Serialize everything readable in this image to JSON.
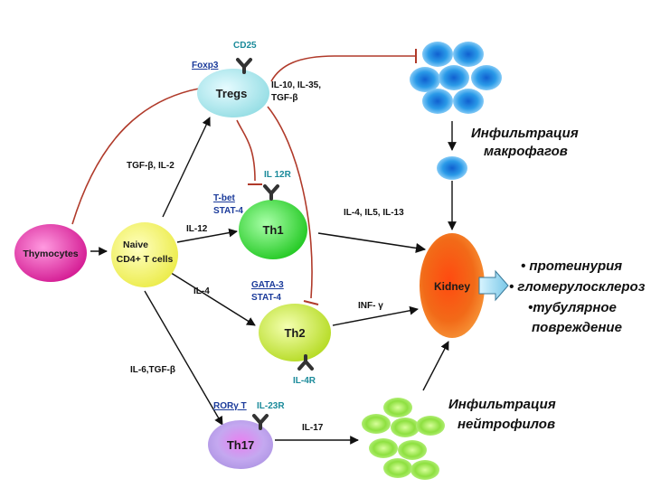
{
  "cells": {
    "thymocytes": "Thymocytes",
    "naive_line1": "Naive",
    "naive_line2": "CD4+ T cells",
    "tregs": "Tregs",
    "th1": "Th1",
    "th2": "Th2",
    "th17": "Th17",
    "kidney": "Kidney"
  },
  "markers": {
    "foxp3": "Foxp3",
    "cd25": "CD25",
    "tbet": "T-bet",
    "stat4": "STAT-4",
    "il12r": "IL 12R",
    "gata3": "GATA-3",
    "stat4_th2": "STAT-4",
    "il4r": "IL-4R",
    "rorgt": "RORγ T",
    "il23r": "IL-23R"
  },
  "edges": {
    "tgf_il2": "TGF-β, IL-2",
    "il12": "IL-12",
    "il4": "IL-4",
    "il6_tgf": "IL-6,TGF-β",
    "tregs_out_1": "IL-10, IL-35,",
    "tregs_out_2": "TGF-β",
    "th1_out": "IL-4, IL5, IL-13",
    "th2_out": "INF- γ",
    "th17_out": "IL-17"
  },
  "annotations": {
    "macro_1": "Инфильтрация",
    "macro_2": "макрофагов",
    "neutro_1": "Инфильтрация",
    "neutro_2": "нейтрофилов",
    "effect_1": "• протеинурия",
    "effect_2": "• гломерулосклероз",
    "effect_3": "•тубулярное",
    "effect_4": "повреждение"
  },
  "colors": {
    "thymocytes": "#e0199a",
    "naive": "#f5f56a",
    "tregs": "#a8e8ec",
    "th1": "#2ed82e",
    "th2": "#c8ea2a",
    "th17": "#b89ae8",
    "kidney": "#f06418",
    "macrophage": "#1a8ee0",
    "neutrophil": "#8ee040",
    "inhibit": "#b03a2a",
    "marker_blue": "#1a3a9a",
    "marker_teal": "#1a8a9a"
  }
}
